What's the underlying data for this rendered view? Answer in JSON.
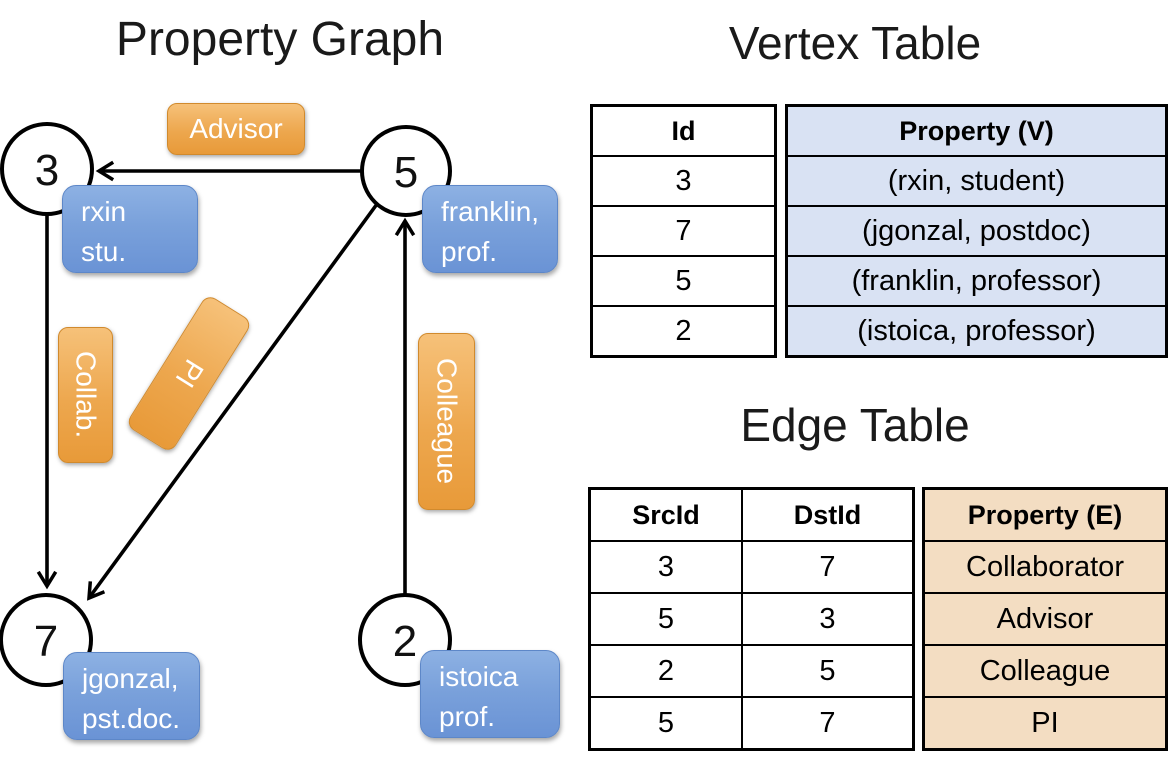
{
  "graph": {
    "title": "Property Graph",
    "nodes": [
      {
        "num": "3"
      },
      {
        "num": "5"
      },
      {
        "num": "7"
      },
      {
        "num": "2"
      }
    ],
    "edge_labels": {
      "advisor": "Advisor",
      "collab": "Collab.",
      "pi": "PI",
      "colleague": "Colleague"
    },
    "callouts": {
      "rxin": {
        "line1": "rxin",
        "line2": "stu."
      },
      "franklin": {
        "line1": "franklin,",
        "line2": "prof."
      },
      "jgonzal": {
        "line1": "jgonzal,",
        "line2": "pst.doc."
      },
      "istoica": {
        "line1": "istoica",
        "line2": "prof."
      }
    }
  },
  "vertex_table": {
    "title": "Vertex Table",
    "id_header": "Id",
    "property_header": "Property (V)",
    "rows": [
      {
        "id": "3",
        "property": "(rxin, student)"
      },
      {
        "id": "7",
        "property": "(jgonzal, postdoc)"
      },
      {
        "id": "5",
        "property": "(franklin, professor)"
      },
      {
        "id": "2",
        "property": "(istoica, professor)"
      }
    ]
  },
  "edge_table": {
    "title": "Edge Table",
    "src_header": "SrcId",
    "dst_header": "DstId",
    "property_header": "Property (E)",
    "rows": [
      {
        "src": "3",
        "dst": "7",
        "property": "Collaborator"
      },
      {
        "src": "5",
        "dst": "3",
        "property": "Advisor"
      },
      {
        "src": "2",
        "dst": "5",
        "property": "Colleague"
      },
      {
        "src": "5",
        "dst": "7",
        "property": "PI"
      }
    ]
  },
  "colors": {
    "edge_label_orange": "#EDA74E",
    "vertex_callout_blue": "#7AA1DB",
    "vertex_property_fill": "#D9E2F3",
    "edge_property_fill": "#F3DDC2",
    "line_black": "#000000"
  }
}
